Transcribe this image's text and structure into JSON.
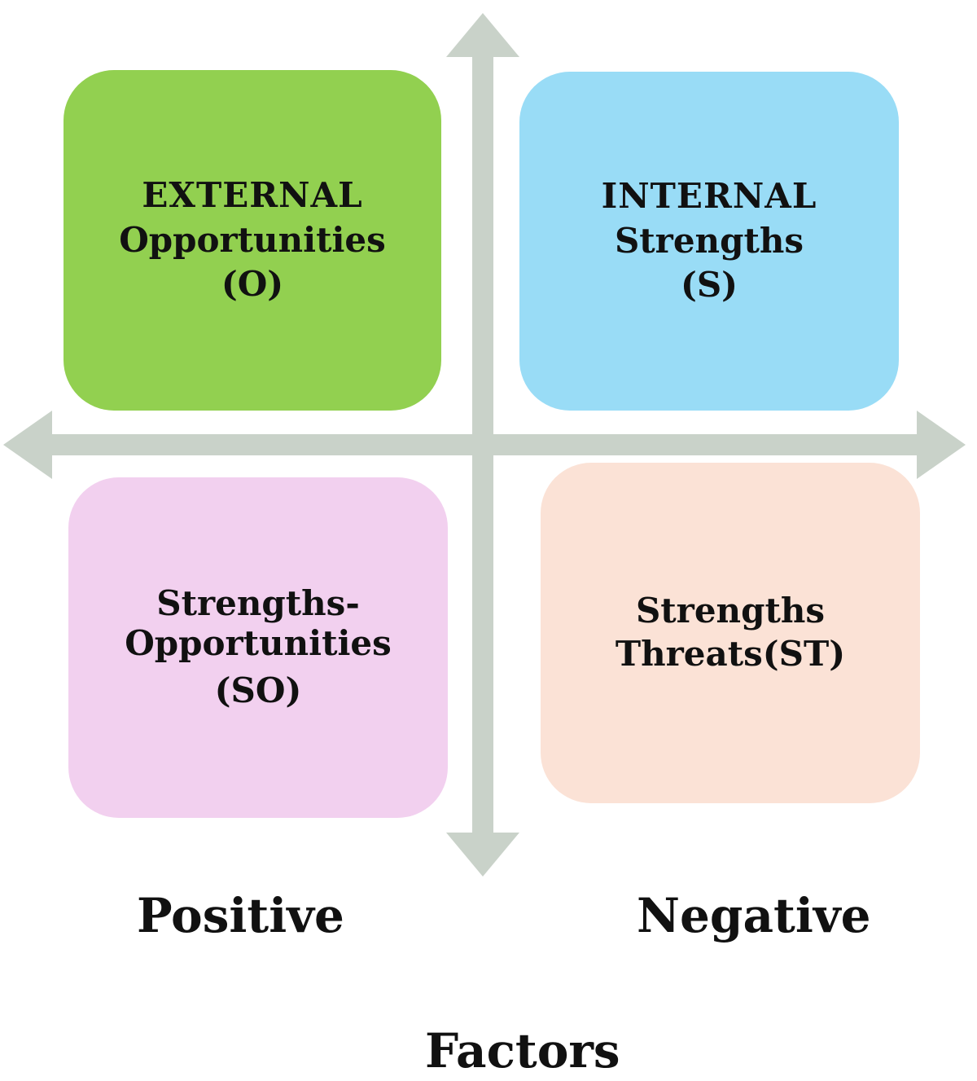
{
  "quadrants": {
    "opportunities": {
      "title": "EXTERNAL",
      "name": "Opportunities",
      "code": "(O)",
      "color": "#92d050"
    },
    "strengths": {
      "title": "INTERNAL",
      "name": "Strengths",
      "code": "(S)",
      "color": "#99dcf6"
    },
    "strengths_opportunities": {
      "line1": "Strengths-",
      "line2": "Opportunities",
      "code": "(SO)",
      "color": "#f2d0ef"
    },
    "strengths_threats": {
      "line1": "Strengths",
      "line2": "Threats(ST)",
      "color": "#fbe2d6"
    }
  },
  "labels": {
    "positive": "Positive",
    "negative": "Negative",
    "factors": "Factors"
  },
  "axis_color": "#c9d2c9"
}
